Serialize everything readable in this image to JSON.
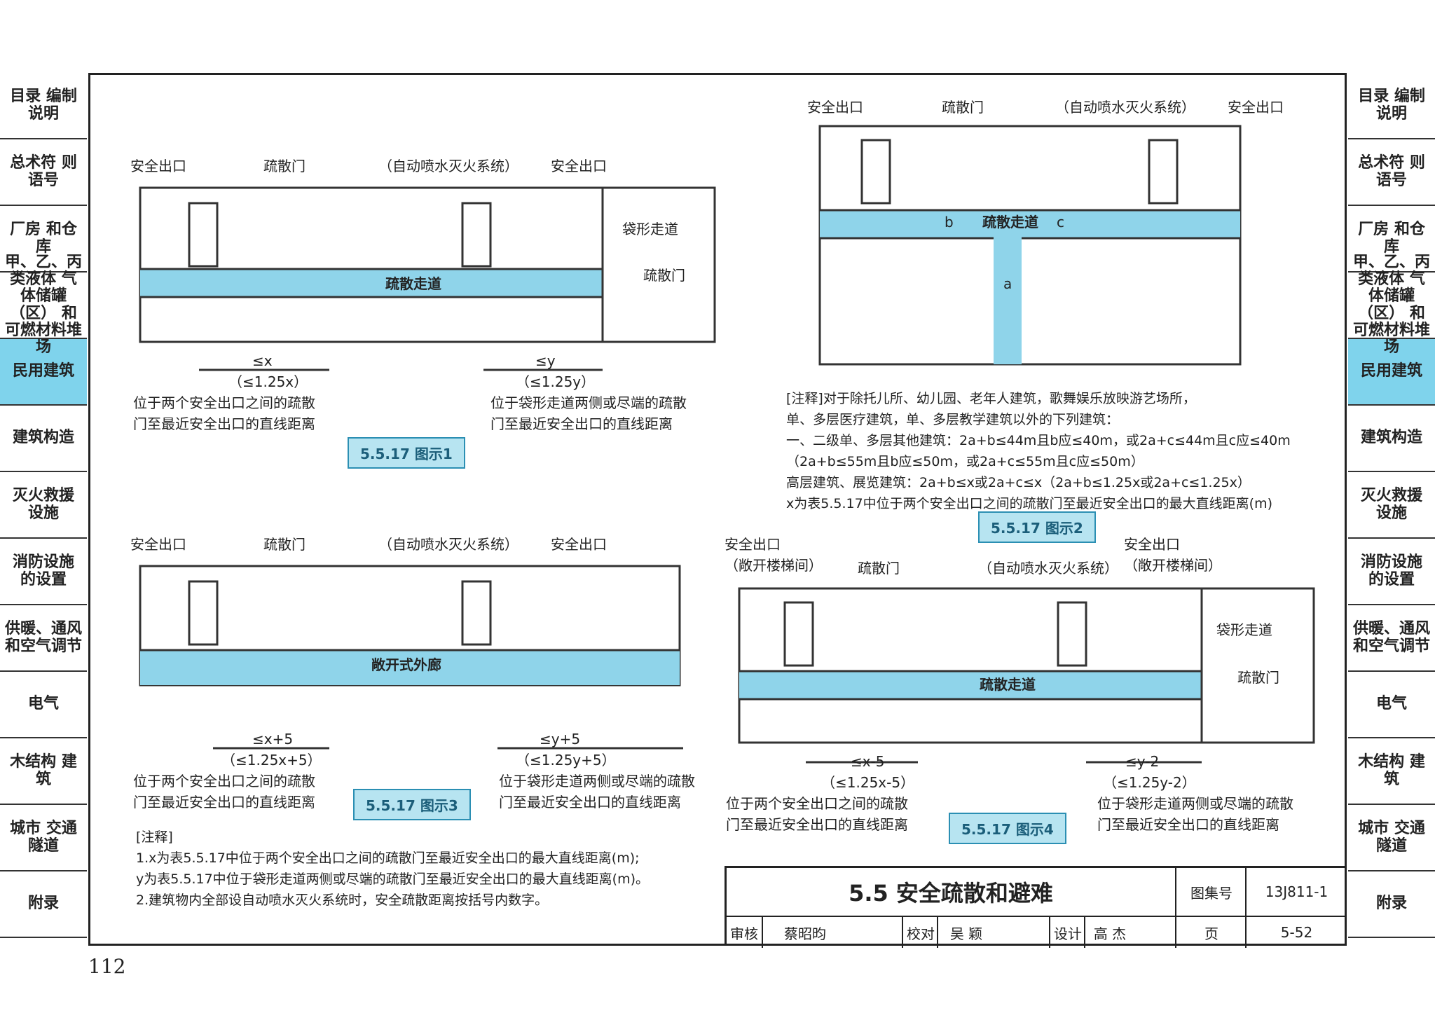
{
  "page_number": "112",
  "sidebar_left": [
    "目录 编制说明",
    "总术符 则语号",
    "厂房 和仓库",
    "甲、乙、丙类液体 气体储罐（区） 和可燃材料堆场",
    "民用建筑",
    "建筑构造",
    "灭火救援 设施",
    "消防设施 的设置",
    "供暖、通风 和空气调节",
    "电气",
    "木结构 建筑",
    "城市 交通隧道",
    "附录"
  ],
  "active_tab_index": 4,
  "diagrams": {
    "d1": {
      "exit_left": "安全出口",
      "door": "疏散门",
      "sprinkler": "（自动喷水灭火系统）",
      "exit_right": "安全出口",
      "deadend": "袋形走道",
      "door2": "疏散门",
      "corridor": "疏散走道",
      "dim_x": "≤x",
      "dim_x2": "（≤1.25x）",
      "dim_y": "≤y",
      "dim_y2": "（≤1.25y）",
      "note_a": "位于两个安全出口之间的疏散",
      "note_a2": "门至最近安全出口的直线距离",
      "note_b": "位于袋形走道两侧或尽端的疏散",
      "note_b2": "门至最近安全出口的直线距离",
      "caption": "5.5.17 图示1"
    },
    "d2": {
      "exit_left": "安全出口",
      "door": "疏散门",
      "sprinkler": "（自动喷水灭火系统）",
      "exit_right": "安全出口",
      "corridor": "疏散走道",
      "b": "b",
      "c": "c",
      "a": "a",
      "caption": "5.5.17 图示2",
      "notes": [
        "[注释]对于除托儿所、幼儿园、老年人建筑，歌舞娱乐放映游艺场所，",
        "单、多层医疗建筑，单、多层教学建筑以外的下列建筑：",
        "一、二级单、多层其他建筑：2a+b≤44m且b应≤40m，或2a+c≤44m且c应≤40m",
        "（2a+b≤55m且b应≤50m，或2a+c≤55m且c应≤50m）",
        "高层建筑、展览建筑：2a+b≤x或2a+c≤x（2a+b≤1.25x或2a+c≤1.25x）",
        "x为表5.5.17中位于两个安全出口之间的疏散门至最近安全出口的最大直线距离(m)"
      ]
    },
    "d3": {
      "exit_left": "安全出口",
      "door": "疏散门",
      "sprinkler": "（自动喷水灭火系统）",
      "exit_right": "安全出口",
      "corridor": "敞开式外廊",
      "dim_x": "≤x+5",
      "dim_x2": "（≤1.25x+5）",
      "dim_y": "≤y+5",
      "dim_y2": "（≤1.25y+5）",
      "note_a": "位于两个安全出口之间的疏散",
      "note_a2": "门至最近安全出口的直线距离",
      "note_b": "位于袋形走道两侧或尽端的疏散",
      "note_b2": "门至最近安全出口的直线距离",
      "caption": "5.5.17 图示3"
    },
    "d4": {
      "exit_left": "安全出口",
      "exit_left2": "（敞开楼梯间）",
      "door": "疏散门",
      "sprinkler": "（自动喷水灭火系统）",
      "exit_right": "安全出口",
      "exit_right2": "（敞开楼梯间）",
      "deadend": "袋形走道",
      "door2": "疏散门",
      "corridor": "疏散走道",
      "dim_x": "≤x-5",
      "dim_x2": "（≤1.25x-5）",
      "dim_y": "≤y-2",
      "dim_y2": "（≤1.25y-2）",
      "note_a": "位于两个安全出口之间的疏散",
      "note_a2": "门至最近安全出口的直线距离",
      "note_b": "位于袋形走道两侧或尽端的疏散",
      "note_b2": "门至最近安全出口的直线距离",
      "caption": "5.5.17 图示4"
    }
  },
  "footnotes": [
    "[注释]",
    "1.x为表5.5.17中位于两个安全出口之间的疏散门至最近安全出口的最大直线距离(m);",
    "y为表5.5.17中位于袋形走道两侧或尽端的疏散门至最近安全出口的最大直线距离(m)。",
    "2.建筑物内全部设自动喷水灭火系统时，安全疏散距离按括号内数字。"
  ],
  "titleblock": {
    "title": "5.5 安全疏散和避难",
    "atlas_label": "图集号",
    "atlas_no": "13J811-1",
    "review": "审核",
    "reviewer": "蔡昭昀",
    "check": "校对",
    "checker": "吴 颖",
    "design": "设计",
    "designer": "高 杰",
    "page_label": "页",
    "page": "5-52"
  },
  "colors": {
    "corridor": "#8fd4ea",
    "active_tab": "#7fd3ec"
  }
}
